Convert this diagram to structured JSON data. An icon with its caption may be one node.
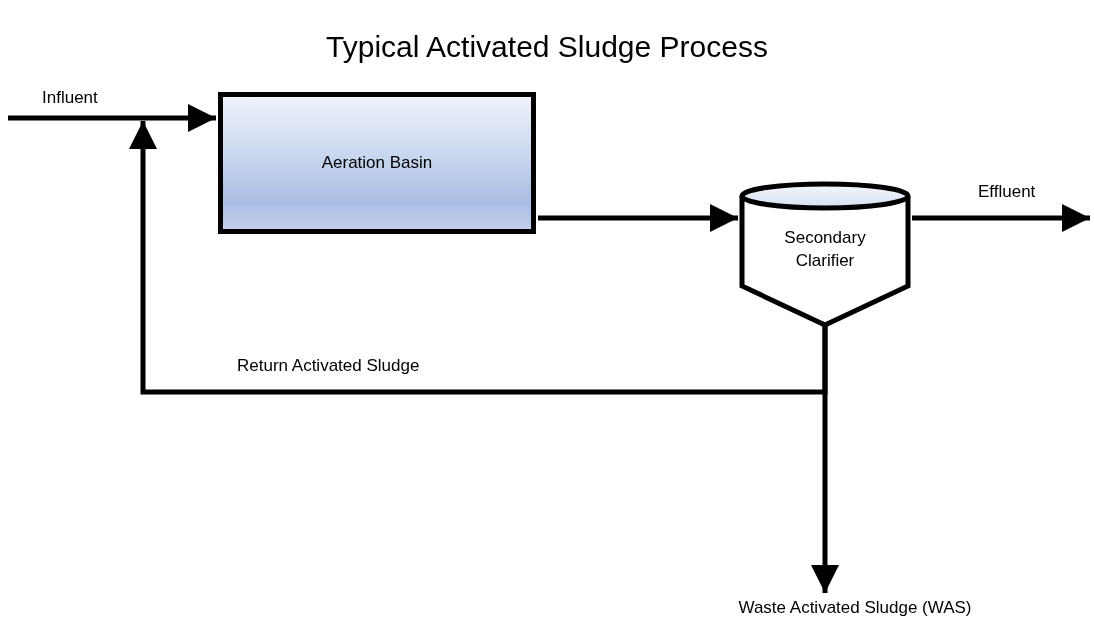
{
  "diagram": {
    "title": "Typical Activated Sludge Process",
    "nodes": [
      {
        "text": [
          "Aeration Basin"
        ]
      },
      {
        "text": [
          "Secondary Clarifier"
        ]
      },
      {
        "text": [
          "Waste Activated Sludge (WAS)"
        ]
      }
    ],
    "edges": [
      {
        "from": null,
        "to": 0,
        "arrow": "to",
        "label": "Influent"
      },
      {
        "from": 0,
        "to": 1,
        "arrow": "to"
      },
      {
        "from": 1,
        "to": null,
        "arrow": "to",
        "label": "Effluent"
      },
      {
        "from": 1,
        "to": null,
        "arrow": "to",
        "label": "Return Activated Sludge"
      },
      {
        "from": 1,
        "to": 2,
        "arrow": "to"
      }
    ]
  }
}
